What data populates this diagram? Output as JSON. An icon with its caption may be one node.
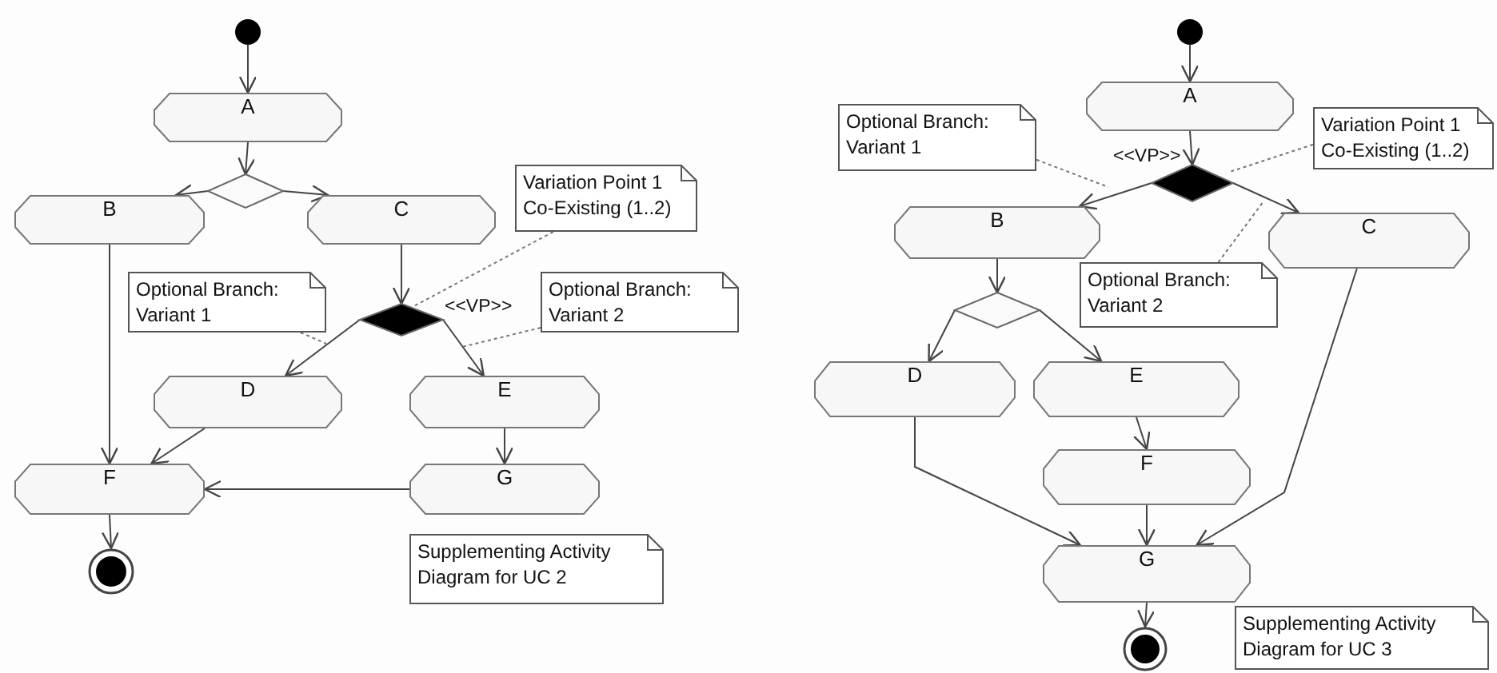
{
  "diagram": {
    "nodes": [
      {
        "text": [],
        "shape": "circle"
      },
      {
        "text": [
          "A"
        ]
      },
      {
        "text": [],
        "shape": "diamond"
      },
      {
        "text": [
          "B"
        ]
      },
      {
        "text": [
          "C"
        ]
      },
      {
        "text": [
          "Variation Point 1 Co-Existing (1..2)"
        ]
      },
      {
        "text": [
          "Optional Branch: Variant 1"
        ]
      },
      {
        "text": [],
        "shape": "diamond",
        "beside": [
          "<<VP>>"
        ]
      },
      {
        "text": [
          "Optional Branch: Variant 2"
        ]
      },
      {
        "text": [
          "D"
        ]
      },
      {
        "text": [
          "E"
        ]
      },
      {
        "text": [
          "F"
        ]
      },
      {
        "text": [
          "G"
        ]
      },
      {
        "text": [],
        "shape": "bullseye"
      },
      {
        "text": [
          "Supplementing Activity Diagram for UC 2"
        ]
      },
      {
        "text": [],
        "shape": "circle"
      },
      {
        "text": [
          "A"
        ]
      },
      {
        "text": [
          "Optional Branch: Variant 1"
        ]
      },
      {
        "text": [],
        "shape": "diamond",
        "beside": [
          "<<VP>>"
        ]
      },
      {
        "text": [
          "Variation Point 1 Co-Existing (1..2)"
        ]
      },
      {
        "text": [
          "B"
        ]
      },
      {
        "text": [
          "C"
        ]
      },
      {
        "text": [
          "Optional Branch: Variant 2"
        ]
      },
      {
        "text": [],
        "shape": "diamond"
      },
      {
        "text": [
          "D"
        ]
      },
      {
        "text": [
          "E"
        ]
      },
      {
        "text": [
          "F"
        ]
      },
      {
        "text": [
          "G"
        ]
      },
      {
        "text": [],
        "shape": "bullseye"
      },
      {
        "text": [
          "Supplementing Activity Diagram for UC 3"
        ]
      }
    ],
    "edges": [
      {
        "from": 0,
        "to": 1,
        "arrow": "to"
      },
      {
        "from": 1,
        "to": 2,
        "arrow": "to"
      },
      {
        "from": 2,
        "to": 3,
        "arrow": "to"
      },
      {
        "from": 2,
        "to": 4,
        "arrow": "to"
      },
      {
        "from": 3,
        "to": 11,
        "arrow": "to"
      },
      {
        "from": 4,
        "to": 7,
        "arrow": "to"
      },
      {
        "from": 7,
        "to": 9,
        "arrow": "to"
      },
      {
        "from": 7,
        "to": 10,
        "arrow": "to"
      },
      {
        "from": 9,
        "to": 11,
        "arrow": "to"
      },
      {
        "from": 10,
        "to": 12,
        "arrow": "to"
      },
      {
        "from": 12,
        "to": 11,
        "arrow": "to"
      },
      {
        "from": 11,
        "to": 13,
        "arrow": "to"
      },
      {
        "from": 5,
        "to": 7,
        "arrow": "none",
        "style": "dashed"
      },
      {
        "from": 6,
        "to": null,
        "arrow": "none",
        "style": "dashed"
      },
      {
        "from": 8,
        "to": null,
        "arrow": "none",
        "style": "dashed"
      },
      {
        "from": 15,
        "to": 16,
        "arrow": "to"
      },
      {
        "from": 16,
        "to": 18,
        "arrow": "to"
      },
      {
        "from": 18,
        "to": 20,
        "arrow": "to"
      },
      {
        "from": 18,
        "to": 21,
        "arrow": "to"
      },
      {
        "from": 20,
        "to": 23,
        "arrow": "to"
      },
      {
        "from": 23,
        "to": 24,
        "arrow": "to"
      },
      {
        "from": 23,
        "to": 25,
        "arrow": "to"
      },
      {
        "from": 25,
        "to": 26,
        "arrow": "to"
      },
      {
        "from": 24,
        "to": 27,
        "arrow": "to"
      },
      {
        "from": 26,
        "to": 27,
        "arrow": "to"
      },
      {
        "from": 21,
        "to": 27,
        "arrow": "to"
      },
      {
        "from": 27,
        "to": 28,
        "arrow": "to"
      },
      {
        "from": 17,
        "to": null,
        "arrow": "none",
        "style": "dashed"
      },
      {
        "from": 19,
        "to": 18,
        "arrow": "none",
        "style": "dashed"
      },
      {
        "from": 22,
        "to": null,
        "arrow": "none",
        "style": "dashed"
      }
    ]
  }
}
